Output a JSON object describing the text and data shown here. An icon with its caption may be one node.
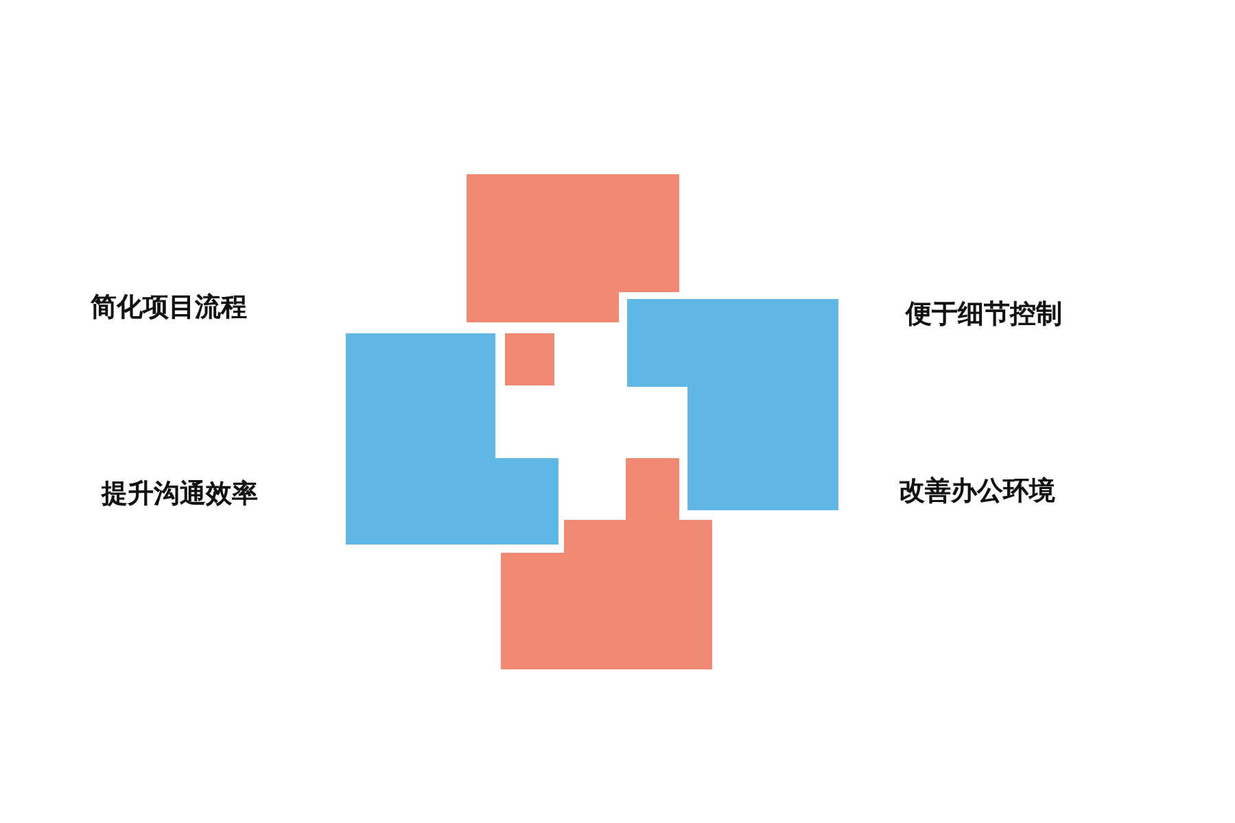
{
  "diagram": {
    "labels": [
      "简化项目流程",
      "便于细节控制",
      "提升沟通效率",
      "改善办公环境"
    ]
  }
}
